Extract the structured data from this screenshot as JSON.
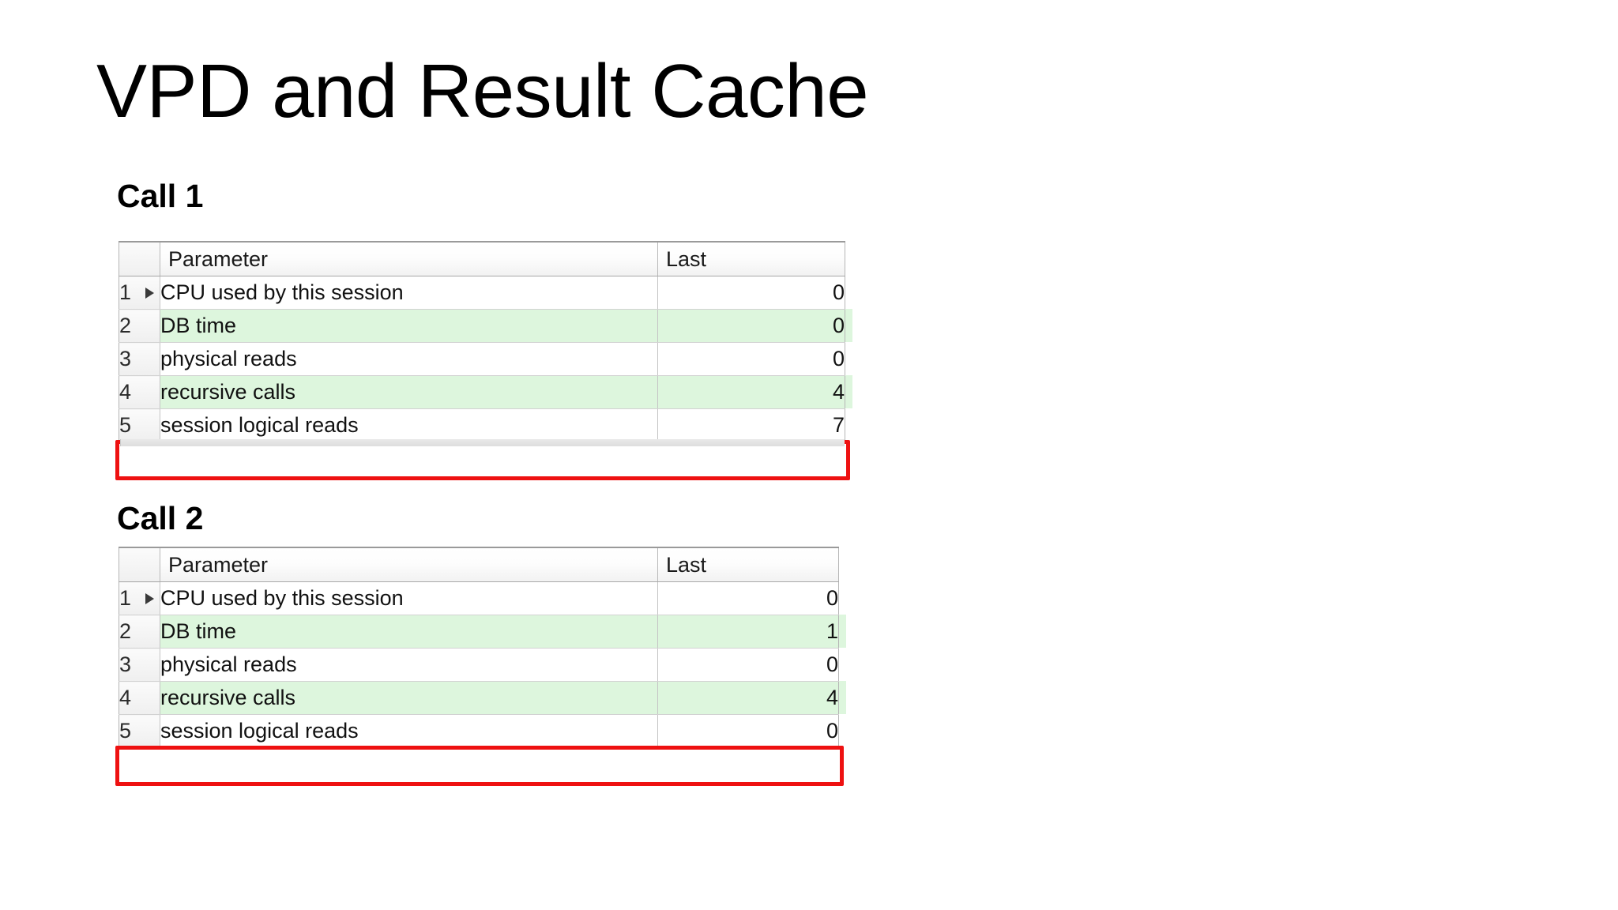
{
  "slide": {
    "title": "VPD and Result Cache",
    "background_color": "#ffffff"
  },
  "colors": {
    "highlight_box": "#ee1111",
    "band_row": "#ddf6dd",
    "header_text": "#1a1a1a",
    "grid_border": "#b5b5b5"
  },
  "sections": [
    {
      "heading": "Call 1",
      "grid": {
        "columns": [
          "",
          "Parameter",
          "Last"
        ],
        "marker_icon": "play-triangle-icon",
        "rows": [
          {
            "num": "1",
            "parameter": "CPU used by this session",
            "last": "0",
            "band": false,
            "marker": true,
            "highlight": false
          },
          {
            "num": "2",
            "parameter": "DB time",
            "last": "0",
            "band": true,
            "marker": false,
            "highlight": false
          },
          {
            "num": "3",
            "parameter": "physical reads",
            "last": "0",
            "band": false,
            "marker": false,
            "highlight": false
          },
          {
            "num": "4",
            "parameter": "recursive calls",
            "last": "4",
            "band": true,
            "marker": false,
            "highlight": false
          },
          {
            "num": "5",
            "parameter": "session logical reads",
            "last": "7",
            "band": false,
            "marker": false,
            "highlight": true
          }
        ]
      }
    },
    {
      "heading": "Call 2",
      "grid": {
        "columns": [
          "",
          "Parameter",
          "Last"
        ],
        "marker_icon": "play-triangle-icon",
        "rows": [
          {
            "num": "1",
            "parameter": "CPU used by this session",
            "last": "0",
            "band": false,
            "marker": true,
            "highlight": false
          },
          {
            "num": "2",
            "parameter": "DB time",
            "last": "1",
            "band": true,
            "marker": false,
            "highlight": false
          },
          {
            "num": "3",
            "parameter": "physical reads",
            "last": "0",
            "band": false,
            "marker": false,
            "highlight": false
          },
          {
            "num": "4",
            "parameter": "recursive calls",
            "last": "4",
            "band": true,
            "marker": false,
            "highlight": false
          },
          {
            "num": "5",
            "parameter": "session logical reads",
            "last": "0",
            "band": false,
            "marker": false,
            "highlight": true
          }
        ]
      }
    }
  ]
}
